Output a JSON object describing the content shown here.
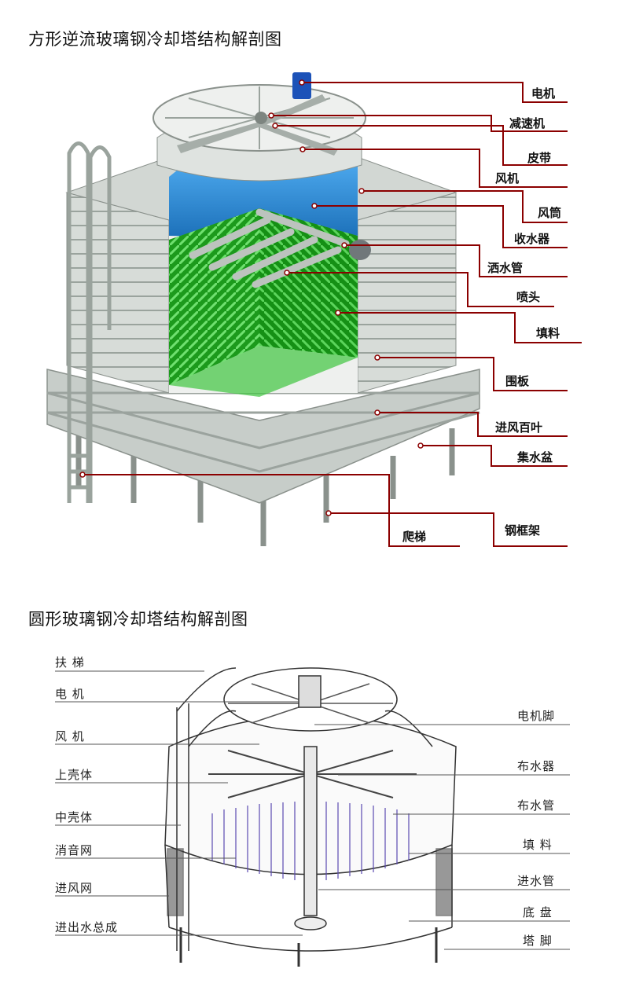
{
  "diagram1": {
    "title": "方形逆流玻璃钢冷却塔结构解剖图",
    "labels": [
      "电机",
      "减速机",
      "皮带",
      "风机",
      "风筒",
      "收水器",
      "洒水管",
      "喷头",
      "填料",
      "围板",
      "进风百叶",
      "集水盆",
      "钢框架",
      "爬梯"
    ]
  },
  "diagram2": {
    "title": "圆形玻璃钢冷却塔结构解剖图",
    "left_labels": [
      "扶 梯",
      "电 机",
      "风 机",
      "上壳体",
      "中壳体",
      "消音网",
      "进风网",
      "进出水总成"
    ],
    "right_labels": [
      "电机脚",
      "布水器",
      "布水管",
      "填 料",
      "进水管",
      "底 盘",
      "塔 脚"
    ]
  },
  "colors": {
    "leader_red": "#8b0000",
    "leader_gray": "#555555",
    "fill_green": "#1fa51f",
    "collector_blue": "#2f8fd8",
    "panel_gray": "#c9cfcb"
  }
}
